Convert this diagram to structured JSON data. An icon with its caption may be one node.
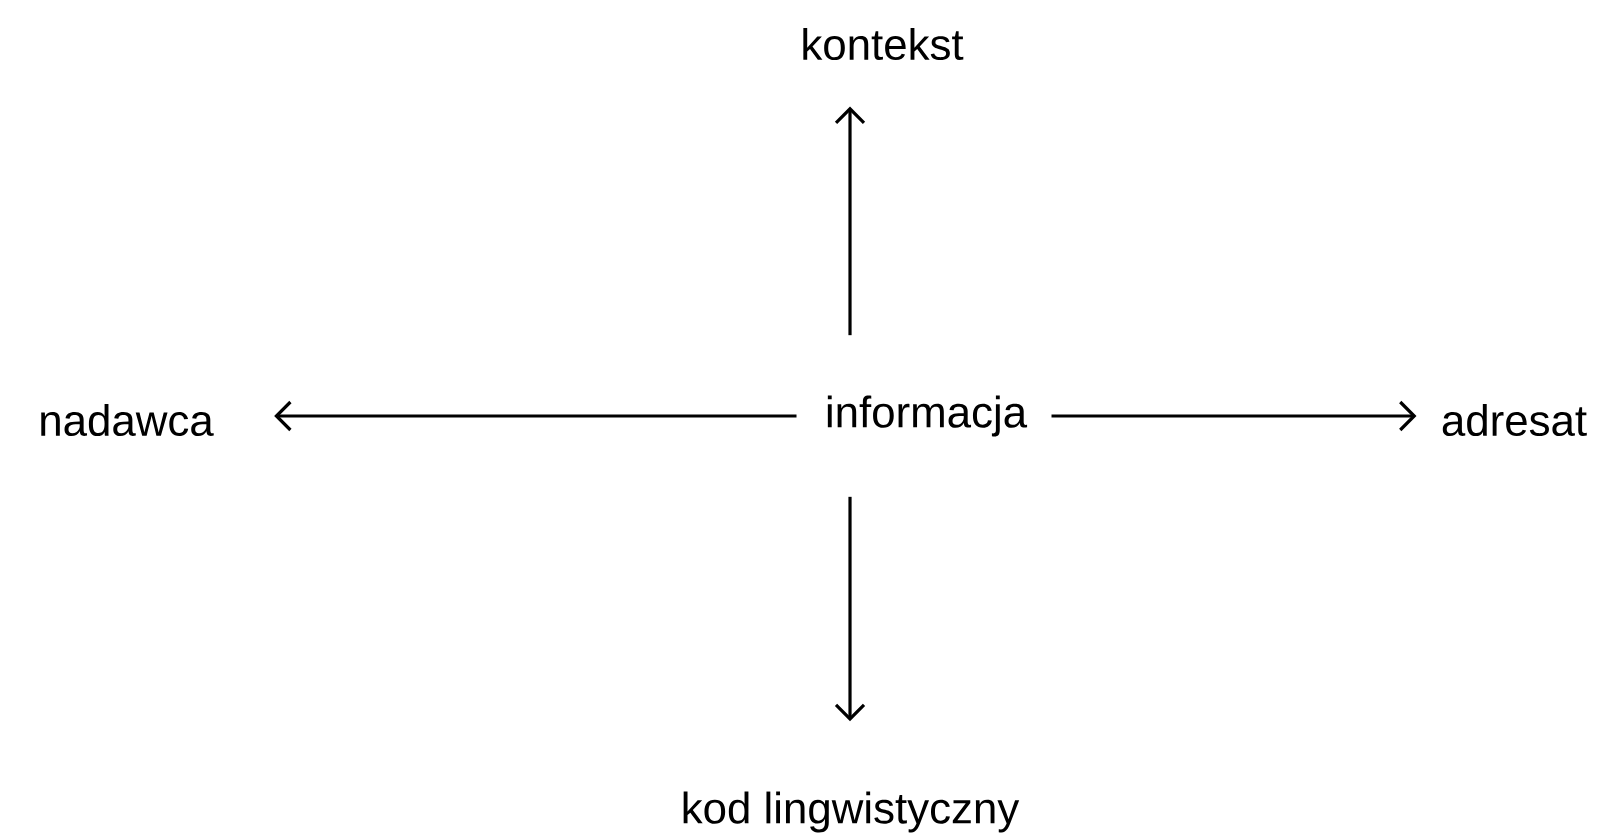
{
  "diagram": {
    "nodes": [
      {
        "text": [
          "informacja"
        ]
      },
      {
        "text": [
          "kontekst"
        ]
      },
      {
        "text": [
          "nadawca"
        ]
      },
      {
        "text": [
          "adresat"
        ]
      },
      {
        "text": [
          "kod lingwistyczny"
        ]
      }
    ],
    "edges": [
      {
        "from": 0,
        "to": 1,
        "arrow": "to"
      },
      {
        "from": 0,
        "to": 2,
        "arrow": "to"
      },
      {
        "from": 0,
        "to": 3,
        "arrow": "to"
      },
      {
        "from": 0,
        "to": 4,
        "arrow": "to"
      }
    ]
  }
}
